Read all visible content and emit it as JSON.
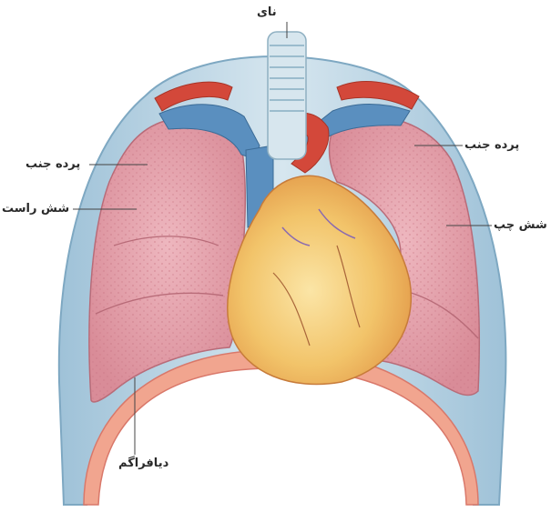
{
  "labels": {
    "trachea": "نای",
    "pleura_left_side": "پرده جنب",
    "right_lung": "شش راست",
    "pleura_right_side": "پرده جنب",
    "left_lung": "شش چپ",
    "diaphragm": "دیافراگم"
  },
  "colors": {
    "lung_fill": "#e8a9b1",
    "pleura": "#bcd6e6",
    "vein": "#5a8fbf",
    "artery": "#d3483a",
    "heart": "#f2c46a",
    "diaphragm": "#f1a58f",
    "trachea": "#cfe0e8"
  }
}
